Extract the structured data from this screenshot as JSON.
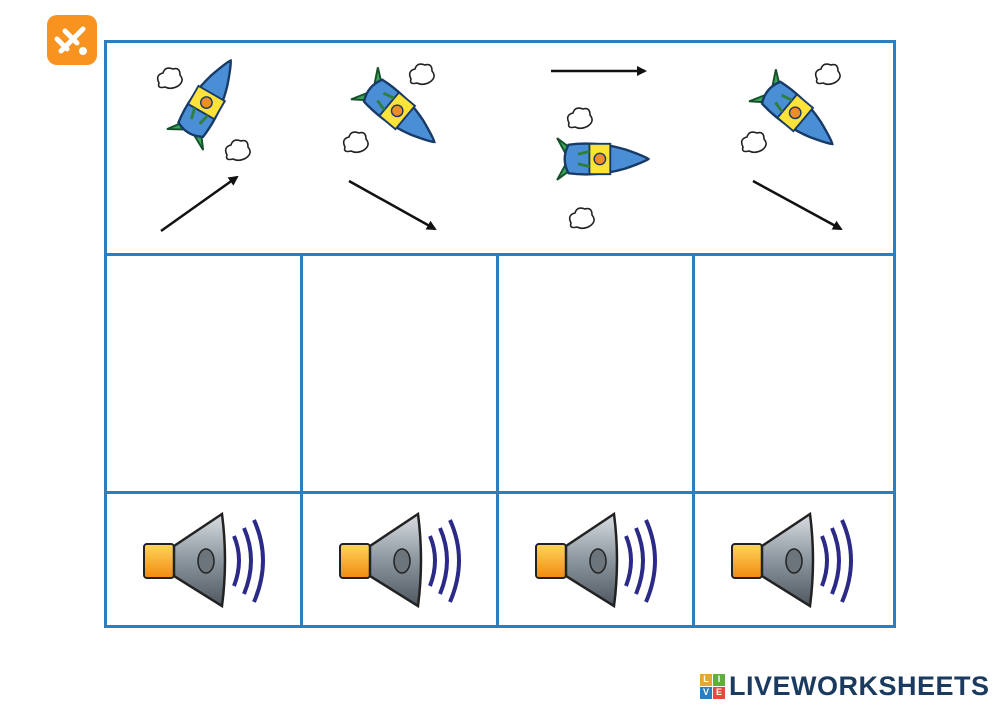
{
  "brand": {
    "name": "LIVEWORKSHEETS",
    "mark_letters": [
      "L",
      "I",
      "V",
      "E"
    ],
    "mark_colors": [
      "#e8a735",
      "#5fae3f",
      "#2a7fc0",
      "#e14b3c"
    ],
    "text_color": "#1b3a5f"
  },
  "app_logo": {
    "color": "#f7931e",
    "icon": "liveworksheets-pencil-icon"
  },
  "worksheet": {
    "border_color": "#2a7fc0",
    "rocket_images": [
      {
        "icon": "rocket-icon",
        "direction": "up-right"
      },
      {
        "icon": "rocket-icon",
        "direction": "down-right"
      },
      {
        "icon": "rocket-icon",
        "direction": "right"
      },
      {
        "icon": "rocket-icon",
        "direction": "down-right"
      }
    ],
    "drop_zones": [
      {
        "value": ""
      },
      {
        "value": ""
      },
      {
        "value": ""
      },
      {
        "value": ""
      }
    ],
    "audio_buttons": [
      {
        "icon": "speaker-icon"
      },
      {
        "icon": "speaker-icon"
      },
      {
        "icon": "speaker-icon"
      },
      {
        "icon": "speaker-icon"
      }
    ]
  }
}
